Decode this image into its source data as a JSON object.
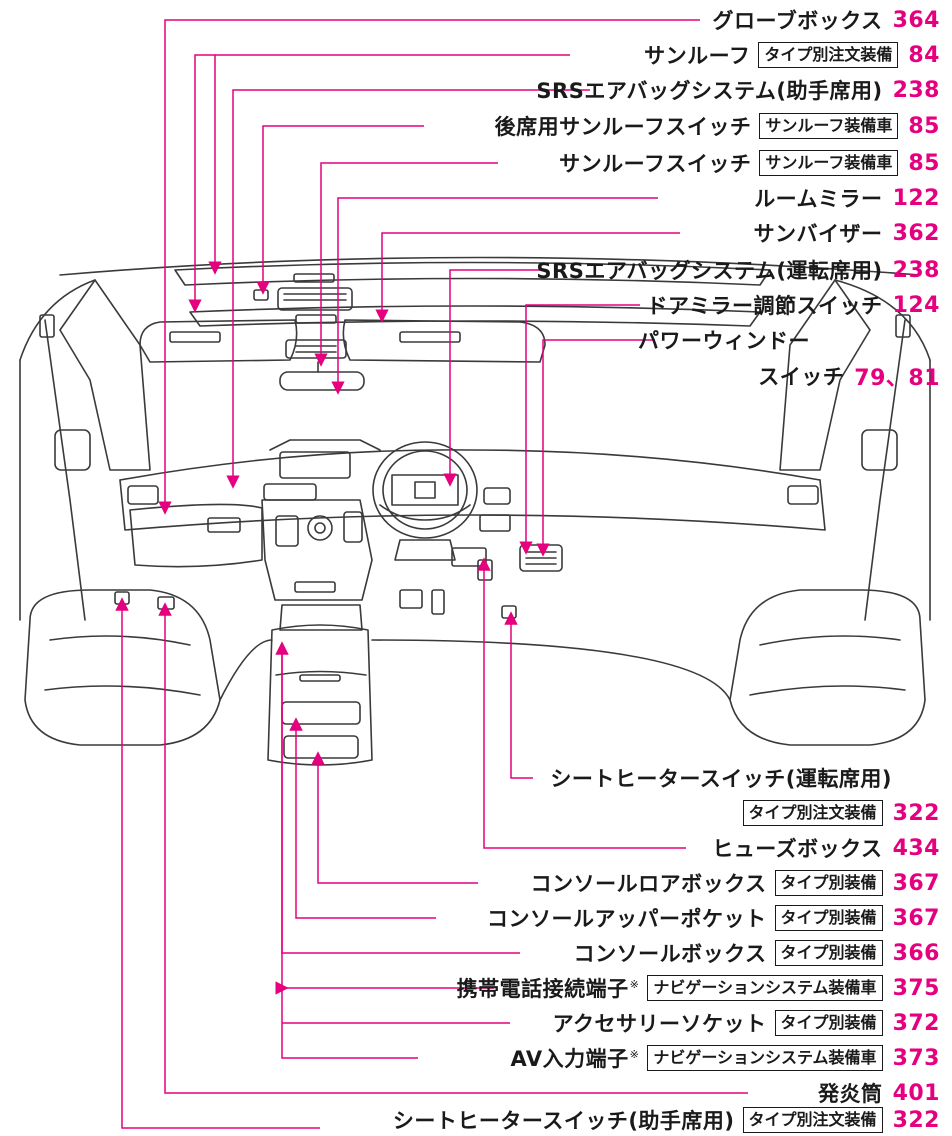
{
  "colors": {
    "leader": "#e5007f",
    "page_number": "#e5007f",
    "line_art": "#3a3a3a",
    "text": "#1a1a1a"
  },
  "callouts": [
    {
      "id": "glove-box",
      "label": "グローブボックス",
      "tag": "",
      "page": "364"
    },
    {
      "id": "sunroof",
      "label": "サンルーフ",
      "tag": "タイプ別注文装備",
      "page": "84"
    },
    {
      "id": "srs-passenger",
      "label": "SRSエアバッグシステム(助手席用)",
      "tag": "",
      "page": "238"
    },
    {
      "id": "rear-sunroof-switch",
      "label": "後席用サンルーフスイッチ",
      "tag": "サンルーフ装備車",
      "page": "85"
    },
    {
      "id": "sunroof-switch",
      "label": "サンルーフスイッチ",
      "tag": "サンルーフ装備車",
      "page": "85"
    },
    {
      "id": "room-mirror",
      "label": "ルームミラー",
      "tag": "",
      "page": "122"
    },
    {
      "id": "sun-visor",
      "label": "サンバイザー",
      "tag": "",
      "page": "362"
    },
    {
      "id": "srs-driver",
      "label": "SRSエアバッグシステム(運転席用)",
      "tag": "",
      "page": "238"
    },
    {
      "id": "door-mirror-switch",
      "label": "ドアミラー調節スイッチ",
      "tag": "",
      "page": "124"
    },
    {
      "id": "power-window",
      "label": "パワーウィンドー",
      "tag": "",
      "page": ""
    },
    {
      "id": "power-window-cont",
      "label": "スイッチ",
      "tag": "",
      "page": "79、81"
    },
    {
      "id": "seat-heater-driver",
      "label": "シートヒータースイッチ(運転席用)",
      "tag": "",
      "page": ""
    },
    {
      "id": "seat-heater-driver-cont",
      "label": "",
      "tag": "タイプ別注文装備",
      "page": "322"
    },
    {
      "id": "fuse-box",
      "label": "ヒューズボックス",
      "tag": "",
      "page": "434"
    },
    {
      "id": "console-lower-box",
      "label": "コンソールロアボックス",
      "tag": "タイプ別装備",
      "page": "367"
    },
    {
      "id": "console-upper-pocket",
      "label": "コンソールアッパーポケット",
      "tag": "タイプ別装備",
      "page": "367"
    },
    {
      "id": "console-box",
      "label": "コンソールボックス",
      "tag": "タイプ別装備",
      "page": "366"
    },
    {
      "id": "phone-terminal",
      "label": "携帯電話接続端子",
      "note": "※",
      "tag": "ナビゲーションシステム装備車",
      "page": "375"
    },
    {
      "id": "accessory-socket",
      "label": "アクセサリーソケット",
      "tag": "タイプ別装備",
      "page": "372"
    },
    {
      "id": "av-input",
      "label": "AV入力端子",
      "note": "※",
      "tag": "ナビゲーションシステム装備車",
      "page": "373"
    },
    {
      "id": "flare",
      "label": "発炎筒",
      "tag": "",
      "page": "401"
    },
    {
      "id": "seat-heater-passenger",
      "label": "シートヒータースイッチ(助手席用)",
      "tag": "タイプ別注文装備",
      "page": "322"
    }
  ]
}
